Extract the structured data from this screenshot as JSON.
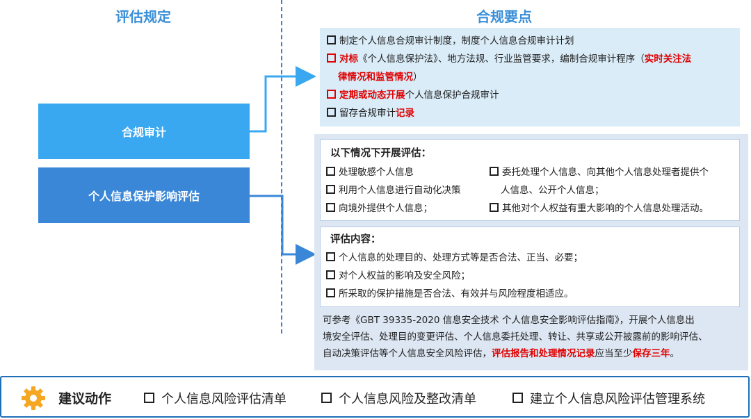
{
  "headers": {
    "left": "评估规定",
    "right": "合规要点"
  },
  "left_boxes": {
    "audit": {
      "label": "合规审计",
      "color": "#3aa8f0"
    },
    "pia": {
      "label": "个人信息保护影响评估",
      "color": "#3a87d8"
    }
  },
  "audit_points": {
    "l1": "制定个人信息合规审计制度，制度个人信息合规审计计划",
    "l2_red1": "对标",
    "l2_text": "《个人信息保护法》、地方法规、行业监管要求，编制合规审计程序（",
    "l2_red2": "实时关注法",
    "l3_red": "律情况和监管情况",
    "l3_text": "）",
    "l4_red": "定期或动态开展",
    "l4_text": "个人信息保护合规审计",
    "l5_text": "留存合规审计",
    "l5_red": "记录"
  },
  "conditions": {
    "title": "以下情况下开展评估：",
    "c1": "处理敏感个人信息",
    "c2": "利用个人信息进行自动化决策",
    "c3": "向境外提供个人信息；",
    "c4a": "委托处理个人信息、向其他个人信息处理者提供个",
    "c4b": "人信息、公开个人信息；",
    "c5": "其他对个人权益有重大影响的个人信息处理活动。"
  },
  "content": {
    "title": "评估内容：",
    "i1": "个人信息的处理目的、处理方式等是否合法、正当、必要；",
    "i2": "对个人权益的影响及安全风险；",
    "i3": "所采取的保护措施是否合法、有效并与风险程度相适应。"
  },
  "note": {
    "l1": "可参考《GBT 39335-2020 信息安全技术 个人信息安全影响评估指南》，开展个人信息出",
    "l2": "境安全评估、处理目的变更评估、个人信息委托处理、转让、共享或公开披露前的影响评估、",
    "l3_text": "自动决策评估等个人信息安全风险评估，",
    "l3_red1": "评估报告和处理情况记录",
    "l3_mid": "应当至少",
    "l3_red2": "保存三年",
    "l3_end": "。"
  },
  "footer": {
    "title": "建议动作",
    "items": [
      "个人信息风险评估清单",
      "个人信息风险及整改清单",
      "建立个人信息风险评估管理系统"
    ]
  },
  "colors": {
    "accent": "#3a8fd8",
    "red": "#e00000",
    "gear": "#f5a623"
  }
}
